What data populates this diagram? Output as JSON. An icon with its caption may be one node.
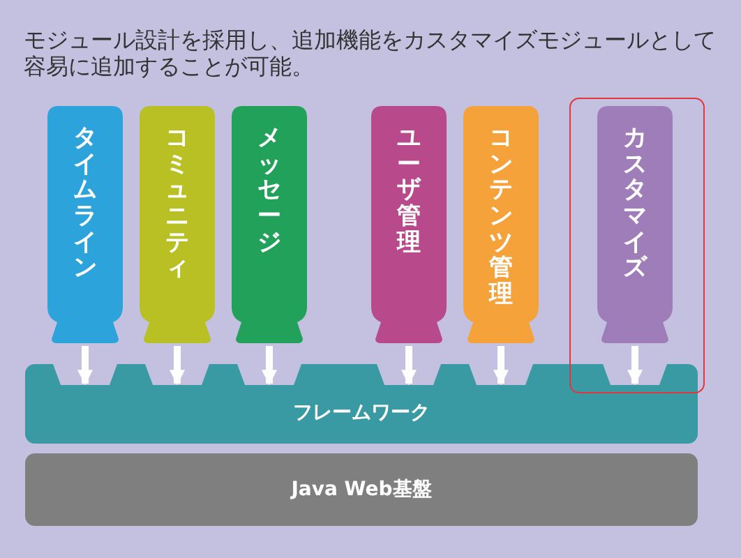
{
  "diagram": {
    "title": "モジュール設計を採用し、追加機能をカスタマイズモジュールとして容易に追加することが可能。",
    "nodes": [
      {
        "text": [
          "タイムライン"
        ]
      },
      {
        "text": [
          "コミュニティ"
        ]
      },
      {
        "text": [
          "メッセージ"
        ]
      },
      {
        "text": [
          "ユーザ管理"
        ]
      },
      {
        "text": [
          "コンテンツ管理"
        ]
      },
      {
        "text": [
          "カスタマイズ"
        ]
      },
      {
        "text": [
          "フレームワーク"
        ]
      },
      {
        "text": [
          "Java Web基盤"
        ]
      }
    ],
    "edges": [
      {
        "from": 0,
        "to": 6,
        "arrow": "to"
      },
      {
        "from": 1,
        "to": 6,
        "arrow": "to"
      },
      {
        "from": 2,
        "to": 6,
        "arrow": "to"
      },
      {
        "from": 3,
        "to": 6,
        "arrow": "to"
      },
      {
        "from": 4,
        "to": 6,
        "arrow": "to"
      },
      {
        "from": 5,
        "to": 6,
        "arrow": "to"
      }
    ]
  }
}
